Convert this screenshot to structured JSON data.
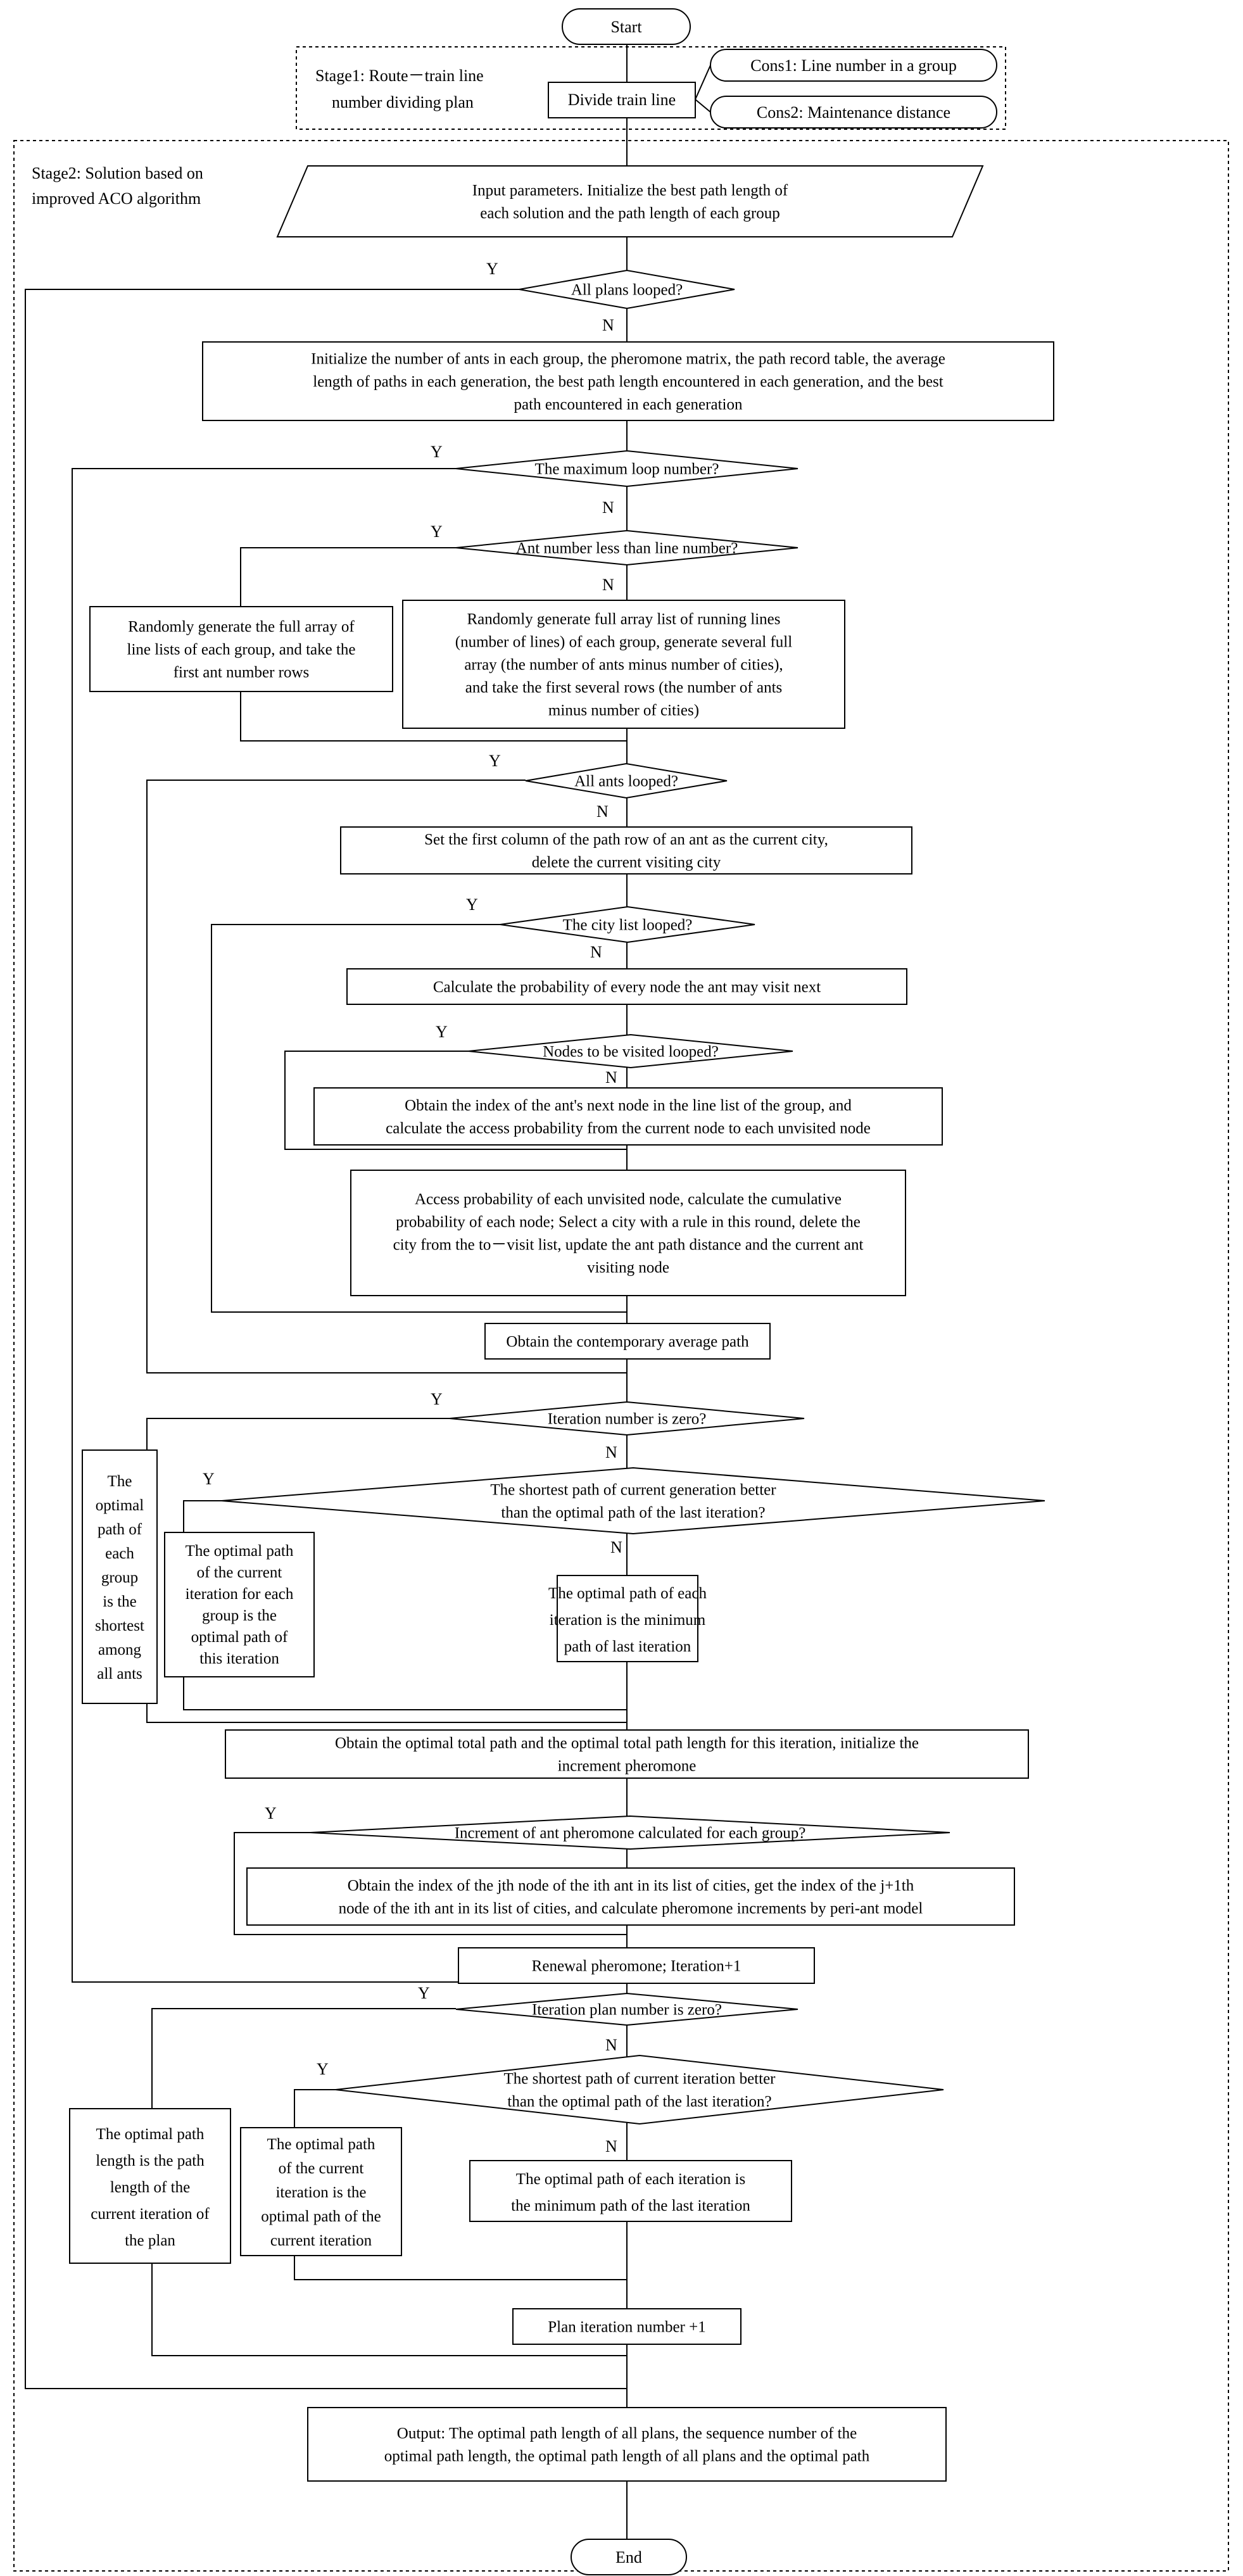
{
  "start": "Start",
  "end": "End",
  "stage1": {
    "label": [
      "Stage1: Route－train line",
      "number dividing plan"
    ],
    "divide": "Divide train line",
    "cons1": "Cons1: Line number in a group",
    "cons2": "Cons2: Maintenance distance"
  },
  "stage2": {
    "label": [
      "Stage2: Solution based on",
      "improved ACO algorithm"
    ]
  },
  "yes": "Y",
  "no": "N",
  "nodes": {
    "input": [
      "Input parameters. Initialize the best path length of",
      "each solution and the path length of each group"
    ],
    "all_plans": [
      "All plans looped?"
    ],
    "init_ants": [
      "Initialize the number of ants in each group, the pheromone matrix, the path record table, the average",
      "length of paths in each generation, the best path length encountered in each generation, and the best",
      "path encountered in each generation"
    ],
    "max_loop": [
      "The maximum loop number?"
    ],
    "ant_less": [
      "Ant number less than line number?"
    ],
    "random_left": [
      "Randomly generate the full array of",
      "line lists of each group, and take the",
      "first ant number rows"
    ],
    "random_right": [
      "Randomly generate full array list of running lines",
      "(number of lines) of each group, generate several full",
      "array (the number of ants minus number of cities),",
      "and take the first several rows (the number of ants",
      "minus number of cities)"
    ],
    "all_ants": [
      "All ants looped?"
    ],
    "set_first": [
      "Set the first column of the path row of an ant as the current city,",
      "delete the current visiting city"
    ],
    "city_list": [
      "The city list looped?"
    ],
    "calc_prob": [
      "Calculate the probability of every node the ant may visit next"
    ],
    "nodes_visited": [
      "Nodes to be visited looped?"
    ],
    "obtain_index": [
      "Obtain the index of the ant's next node in the line list of the group, and",
      "calculate the access probability from the current node to each unvisited node"
    ],
    "access_prob": [
      "Access probability of each unvisited node, calculate the cumulative",
      "probability of each node; Select a city with a rule in this round, delete the",
      "city from the to－visit list, update the ant path distance and the current ant",
      "visiting node"
    ],
    "avg_path": [
      "Obtain the contemporary average path"
    ],
    "iter_zero": [
      "Iteration number is zero?"
    ],
    "optimal_each_group": [
      "The",
      "optimal",
      "path of",
      "each",
      "group",
      "is the",
      "shortest",
      "among",
      "all ants"
    ],
    "shortest_gen": [
      "The shortest path of current generation better",
      "than the optimal path of the last iteration?"
    ],
    "optimal_current_group": [
      "The optimal path",
      "of the current",
      "iteration for each",
      "group is the",
      "optimal path of",
      "this iteration"
    ],
    "optimal_min_last": [
      "The optimal path of each",
      "iteration is the minimum",
      "path of last iteration"
    ],
    "optimal_total": [
      "Obtain the optimal total path and the optimal total path length for this iteration, initialize the",
      "increment pheromone"
    ],
    "increment_calc": [
      "Increment of ant pheromone calculated for each group?"
    ],
    "obtain_jth": [
      "Obtain the index of the jth node of the ith ant in its list of cities, get the index of the j+1th",
      "node of the ith ant in its list of cities, and calculate pheromone increments by peri-ant model"
    ],
    "renewal": [
      "Renewal pheromone; Iteration+1"
    ],
    "plan_zero": [
      "Iteration plan number is zero?"
    ],
    "optimal_plan_len": [
      "The optimal path",
      "length is the path",
      "length of the",
      "current iteration of",
      "the plan"
    ],
    "shortest_iter": [
      "The shortest path of current iteration better",
      "than the optimal path of the last iteration?"
    ],
    "optimal_current_iter": [
      "The optimal path",
      "of the current",
      "iteration is the",
      "optimal path of the",
      "current iteration"
    ],
    "optimal_each_iter": [
      "The optimal path of each iteration is",
      "the minimum path of the last iteration"
    ],
    "plan_iter": [
      "Plan iteration number +1"
    ],
    "output": [
      "Output: The optimal path length of all plans, the sequence number of the",
      "optimal path length, the optimal path length of all plans and the optimal path"
    ]
  }
}
